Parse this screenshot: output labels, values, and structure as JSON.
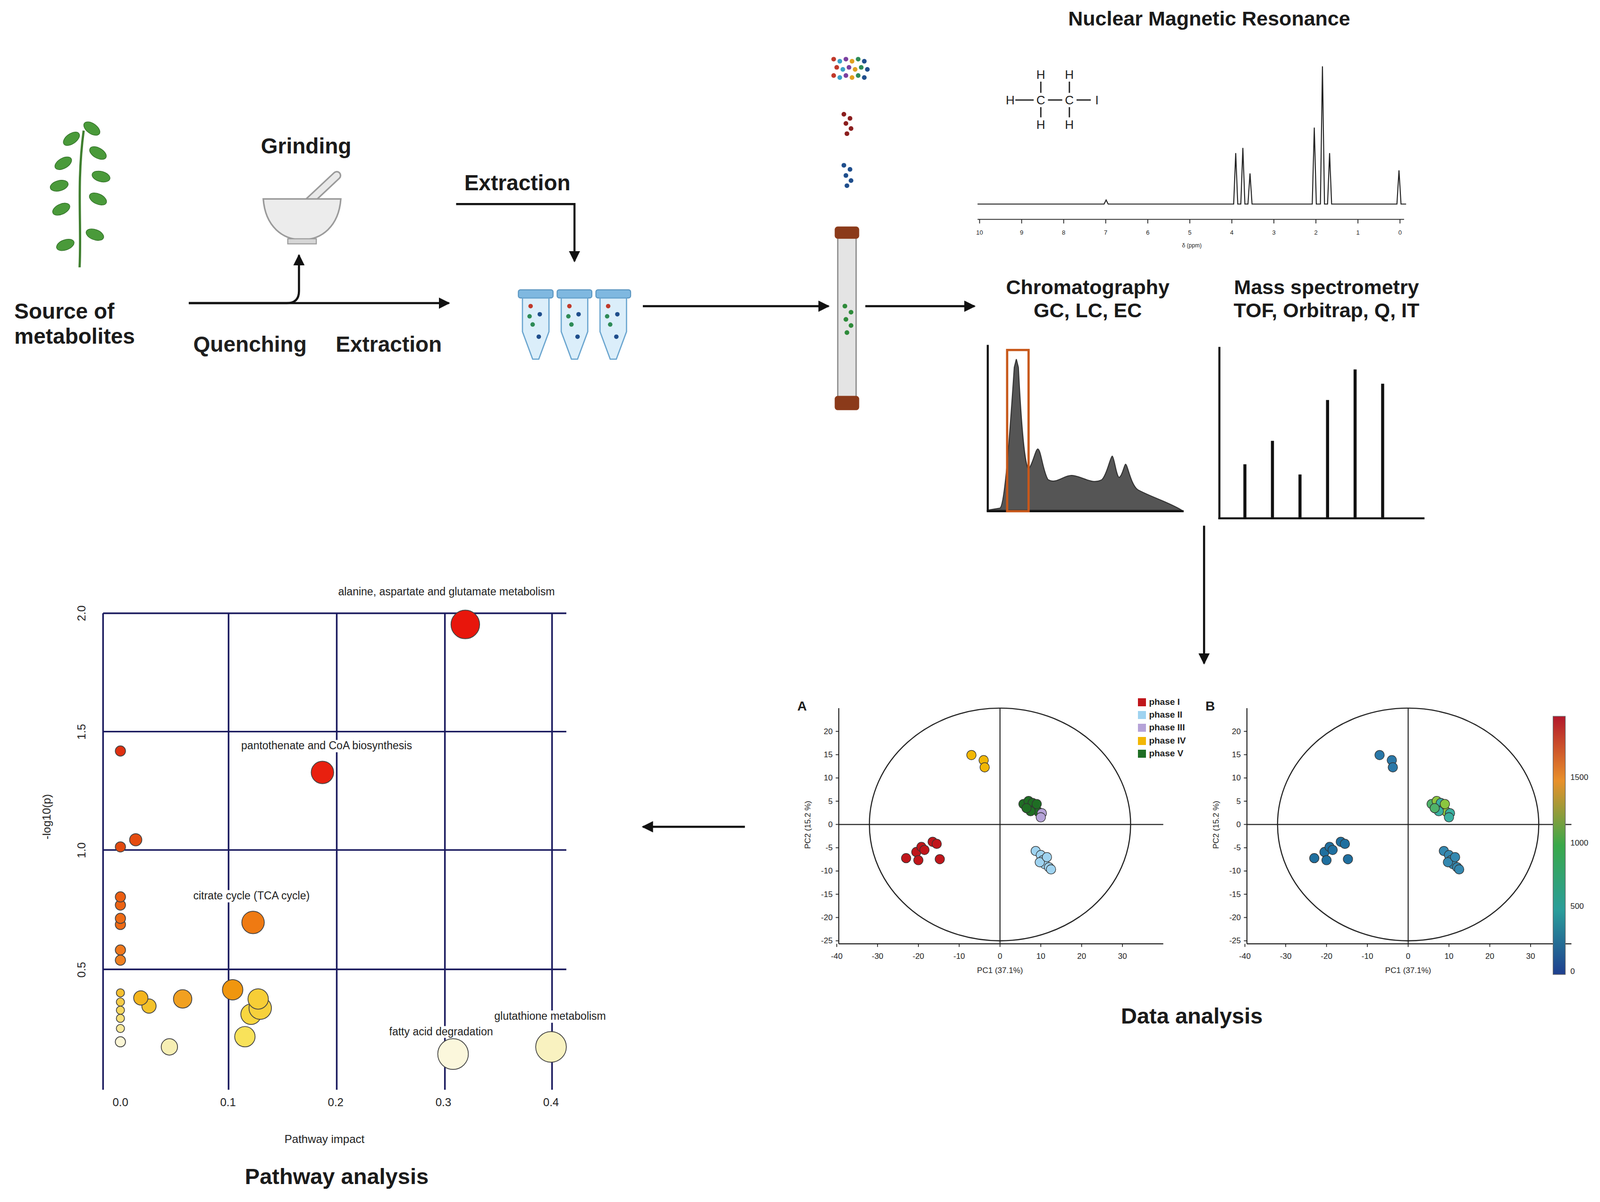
{
  "diagram": {
    "nodes": [
      {
        "text": [
          "Source of metabolites"
        ]
      },
      {
        "text": [
          "Grinding"
        ]
      },
      {
        "text": [
          "Extraction"
        ]
      },
      {
        "text": [
          "Nuclear Magnetic Resonance"
        ]
      },
      {
        "text": [
          "Chromatography",
          "GC, LC, EC"
        ]
      },
      {
        "text": [
          "Mass spectrometry",
          "TOF, Orbitrap, Q, IT"
        ]
      },
      {
        "text": [
          "Data analysis"
        ]
      },
      {
        "text": [
          "Pathway analysis"
        ]
      }
    ],
    "edges": [
      {
        "from": 0,
        "to": 1,
        "arrow": "to"
      },
      {
        "from": 0,
        "to": 2,
        "arrow": "to"
      },
      {
        "from": 2,
        "to": 4,
        "arrow": "to"
      },
      {
        "from": 5,
        "to": 6,
        "arrow": "to"
      },
      {
        "from": 6,
        "to": 7,
        "arrow": "to"
      }
    ],
    "labels": [
      "Quenching",
      "Extraction",
      "H",
      "H",
      "H",
      "C",
      "C",
      "I",
      "H",
      "H",
      "10",
      "9",
      "8",
      "7",
      "6",
      "5",
      "4",
      "3",
      "2",
      "1",
      "0",
      "δ (ppm)",
      "A",
      "20",
      "15",
      "10",
      "5",
      "0",
      "-5",
      "-10",
      "-15",
      "-20",
      "-25",
      "-40",
      "-30",
      "-20",
      "-10",
      "0",
      "10",
      "20",
      "30",
      "PC2 (15.2 %)",
      "PC1 (37.1%)",
      "B",
      "20",
      "15",
      "10",
      "5",
      "0",
      "-5",
      "-10",
      "-15",
      "-20",
      "-25",
      "-40",
      "-30",
      "-20",
      "-10",
      "0",
      "10",
      "20",
      "30",
      "PC2 (15.2 %)",
      "PC1 (37.1%)",
      "1500",
      "1000",
      "500",
      "0",
      "2.0",
      "1.5",
      "1.0",
      "0.5",
      "0.0",
      "0.1",
      "0.2",
      "0.3",
      "0.4",
      "-log10(p)",
      "Pathway impact",
      "alanine, aspartate and glutamate metabolism",
      "pantothenate and CoA biosynthesis",
      "citrate cycle (TCA cycle)",
      "fatty acid degradation",
      "glutathione metabolism"
    ],
    "legend": [
      {
        "text": "phase I",
        "color": "#c0161b"
      },
      {
        "text": "phase II",
        "color": "#9fd3f0"
      },
      {
        "text": "phase III",
        "color": "#b6a3d8"
      },
      {
        "text": "phase IV",
        "color": "#f2b705"
      },
      {
        "text": "phase V",
        "color": "#1f6e24"
      }
    ]
  }
}
